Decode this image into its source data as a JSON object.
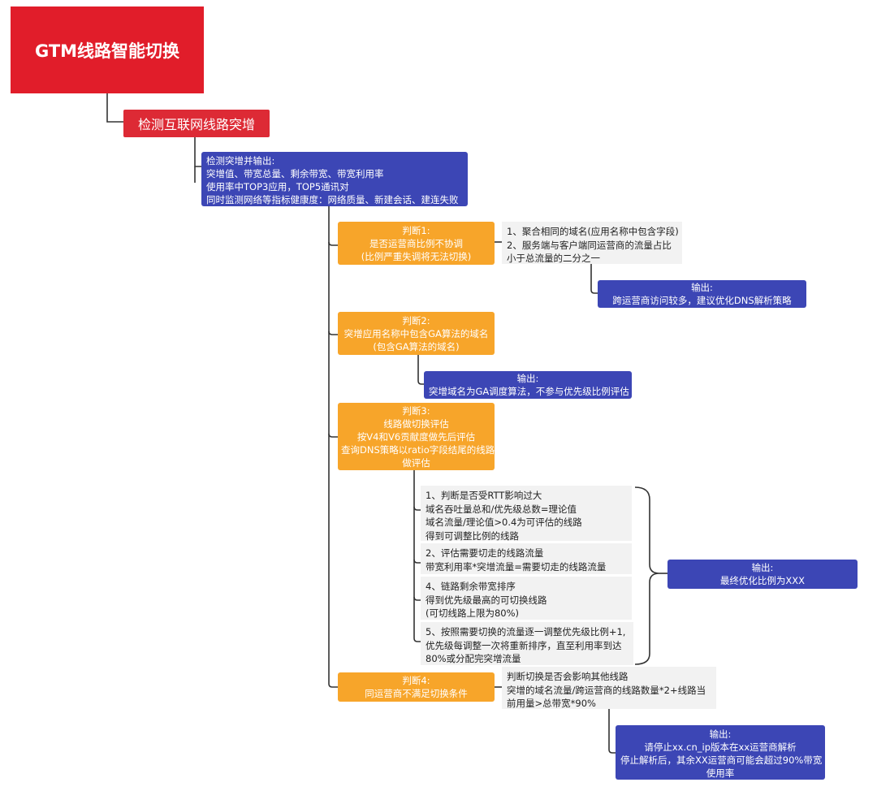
{
  "root": {
    "title": "GTM线路智能切换"
  },
  "branch": {
    "title": "检测互联网线路突增"
  },
  "detect": {
    "lines": [
      "检测突增并输出:",
      "突增值、带宽总量、剩余带宽、带宽利用率",
      "使用率中TOP3应用，TOP5通讯对",
      "同时监测网络等指标健康度：网络质量、新建会话、建连失败"
    ]
  },
  "judge1": {
    "lines": [
      "判断1:",
      "是否运营商比例不协调",
      "(比例严重失调将无法切换)"
    ],
    "note": [
      "1、聚合相同的域名(应用名称中包含字段)",
      "2、服务端与客户端同运营商的流量占比",
      "小于总流量的二分之一"
    ],
    "output": [
      "输出:",
      "跨运营商访问较多，建议优化DNS解析策略"
    ]
  },
  "judge2": {
    "lines": [
      "判断2:",
      "突增应用名称中包含GA算法的域名",
      "(包含GA算法的域名)"
    ],
    "output": [
      "输出:",
      "突增域名为GA调度算法，不参与优先级比例评估"
    ]
  },
  "judge3": {
    "lines": [
      "判断3:",
      "线路做切换评估",
      "按V4和V6贡献度做先后评估",
      "查询DNS策略以ratio字段结尾的线路",
      "做评估"
    ],
    "steps": [
      [
        "1、判断是否受RTT影响过大",
        "域名吞吐量总和/优先级总数=理论值",
        "域名流量/理论值>0.4为可评估的线路",
        "得到可调整比例的线路"
      ],
      [
        "2、评估需要切走的线路流量",
        "带宽利用率*突增流量=需要切走的线路流量"
      ],
      [
        "4、链路剩余带宽排序",
        "得到优先级最高的可切换线路",
        "(可切线路上限为80%)"
      ],
      [
        "5、按照需要切换的流量逐一调整优先级比例+1,",
        "优先级每调整一次将重新排序，直至利用率到达",
        "80%或分配完突增流量"
      ]
    ],
    "output": [
      "输出:",
      "最终优化比例为XXX"
    ]
  },
  "judge4": {
    "lines": [
      "判断4:",
      "同运营商不满足切换条件"
    ],
    "note": [
      "判断切换是否会影响其他线路",
      "突增的域名流量/跨运营商的线路数量*2+线路当",
      "前用量>总带宽*90%"
    ],
    "output": [
      "输出:",
      "请停止xx.cn_ip版本在xx运营商解析",
      "停止解析后，其余XX运营商可能会超过90%带宽",
      "使用率"
    ]
  },
  "colors": {
    "root": "#e11d2a",
    "branch": "#dd2a35",
    "blue": "#3c46b5",
    "orange": "#f7a52a",
    "grey": "#f2f2f2",
    "connector": "#333333"
  }
}
